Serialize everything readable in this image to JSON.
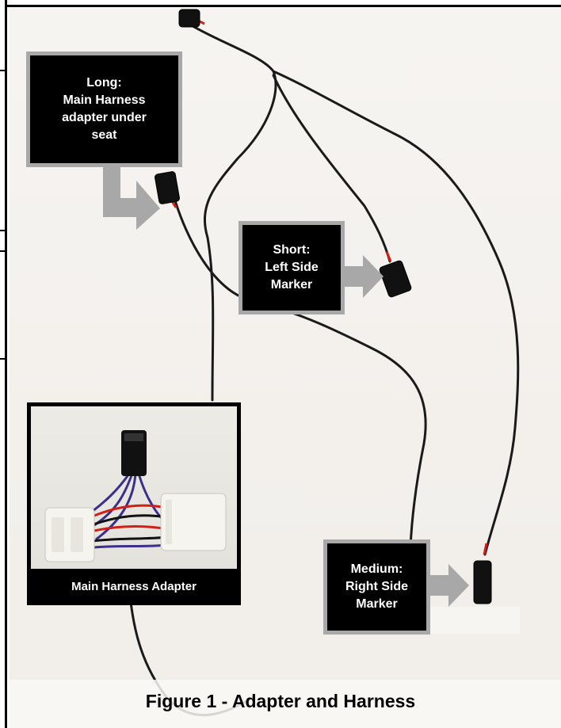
{
  "figure": {
    "caption": "Figure 1 - Adapter and Harness"
  },
  "labels": {
    "long": "Long:\nMain Harness\nadapter under\nseat",
    "short": "Short:\nLeft Side\nMarker",
    "medium": "Medium:\nRight Side\nMarker"
  },
  "inset": {
    "caption": "Main Harness Adapter"
  },
  "colors": {
    "label_background": "#000000",
    "label_border": "#a8a8a8",
    "arrow": "#a8a8a8",
    "wire_red": "#d11f16",
    "wire_blue": "#3a2f8c"
  }
}
